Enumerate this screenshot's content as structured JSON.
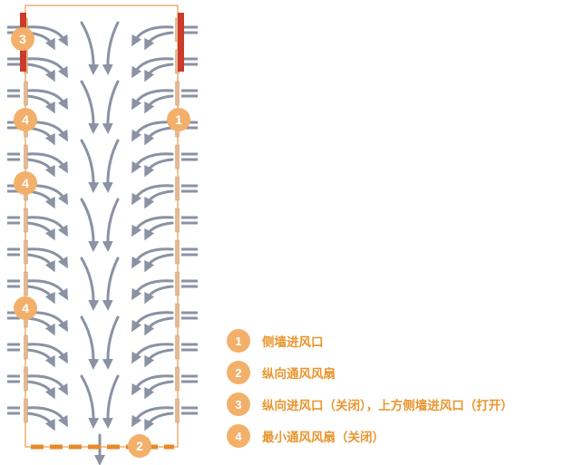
{
  "colors": {
    "barn_outline": "#e8a35a",
    "airflow_arrow": "#8a92a3",
    "inlet_wall": "#e6b890",
    "closed_inlet": "#cc3a2a",
    "badge_fill": "#f3b06a",
    "badge_text": "#ffffff",
    "legend_text": "#e8962f",
    "fan_dash": "#e8892a"
  },
  "markers": {
    "m1": "1",
    "m2": "2",
    "m3": "3",
    "m4a": "4",
    "m4b": "4",
    "m4c": "4"
  },
  "legend": [
    {
      "number": "1",
      "label": "侧墙进风口"
    },
    {
      "number": "2",
      "label": "纵向通风风扇"
    },
    {
      "number": "3",
      "label": "纵向进风口（关闭），上方侧墙进风口（打开）"
    },
    {
      "number": "4",
      "label": "最小通风风扇（关闭）"
    }
  ]
}
